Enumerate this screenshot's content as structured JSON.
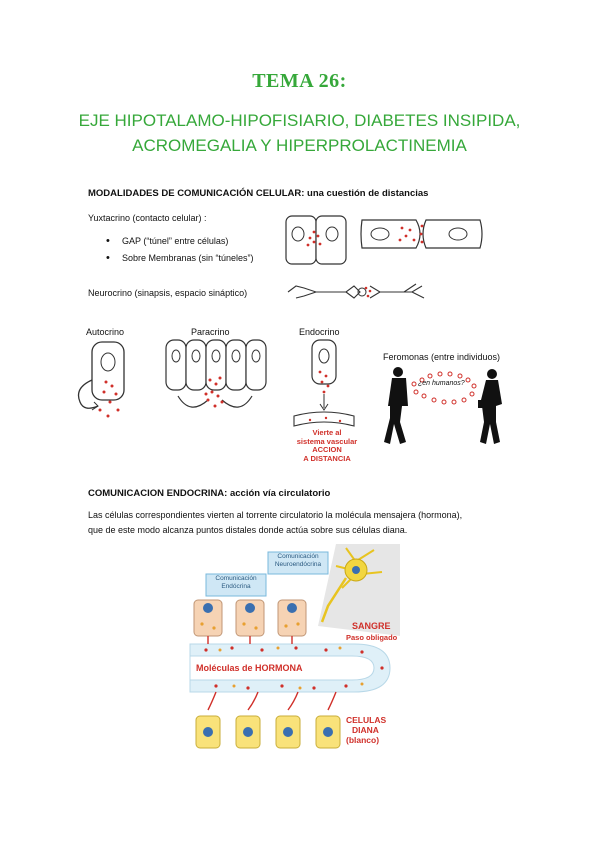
{
  "title": "TEMA 26:",
  "subtitle_line1": "EJE HIPOTALAMO-HIPOFISIARIO, DIABETES INSIPIDA,",
  "subtitle_line2": "ACROMEGALIA Y HIPERPROLACTINEMIA",
  "section1": {
    "heading_bold": "MODALIDADES DE COMUNICACIÓN CELULAR",
    "heading_rest": ": una cuestión de distancias",
    "yuxtacrino": "Yuxtacrino (contacto celular) :",
    "bullets": [
      "GAP (“túnel” entre células)",
      "Sobre Membranas (sin “túneles”)"
    ],
    "neurocrino": "Neurocrino (sinapsis, espacio sináptico)",
    "labels": {
      "autocrino": "Autocrino",
      "paracrino": "Paracrino",
      "endocrino": "Endocrino",
      "feromonas": "Feromonas (entre individuos)",
      "en_humanos": "¿en humanos?",
      "vierte_1": "Vierte al",
      "vierte_2": "sistema vascular",
      "vierte_3": "ACCION",
      "vierte_4": "A DISTANCIA"
    }
  },
  "section2": {
    "heading_bold": "COMUNICACION ENDOCRINA",
    "heading_rest": ": acción vía circulatorio",
    "paragraph_line1": "Las células correspondientes vierten al torrente circulatorio la molécula mensajera (hormona),",
    "paragraph_line2": "que de este modo alcanza puntos distales donde actúa sobre sus células diana.",
    "diagram": {
      "box_neuro_1": "Comunicación",
      "box_neuro_2": "Neuroendócrina",
      "box_endo_1": "Comunicación",
      "box_endo_2": "Endócrina",
      "sangre": "SANGRE",
      "paso": "Paso obligado",
      "moleculas": "Moléculas de HORMONA",
      "celulas_1": "CELULAS",
      "celulas_2": "DIANA",
      "celulas_3": "(blanco)"
    }
  },
  "colors": {
    "accent_green": "#36a83a",
    "red": "#d0302a",
    "box_blue": "#cfe7f5"
  }
}
